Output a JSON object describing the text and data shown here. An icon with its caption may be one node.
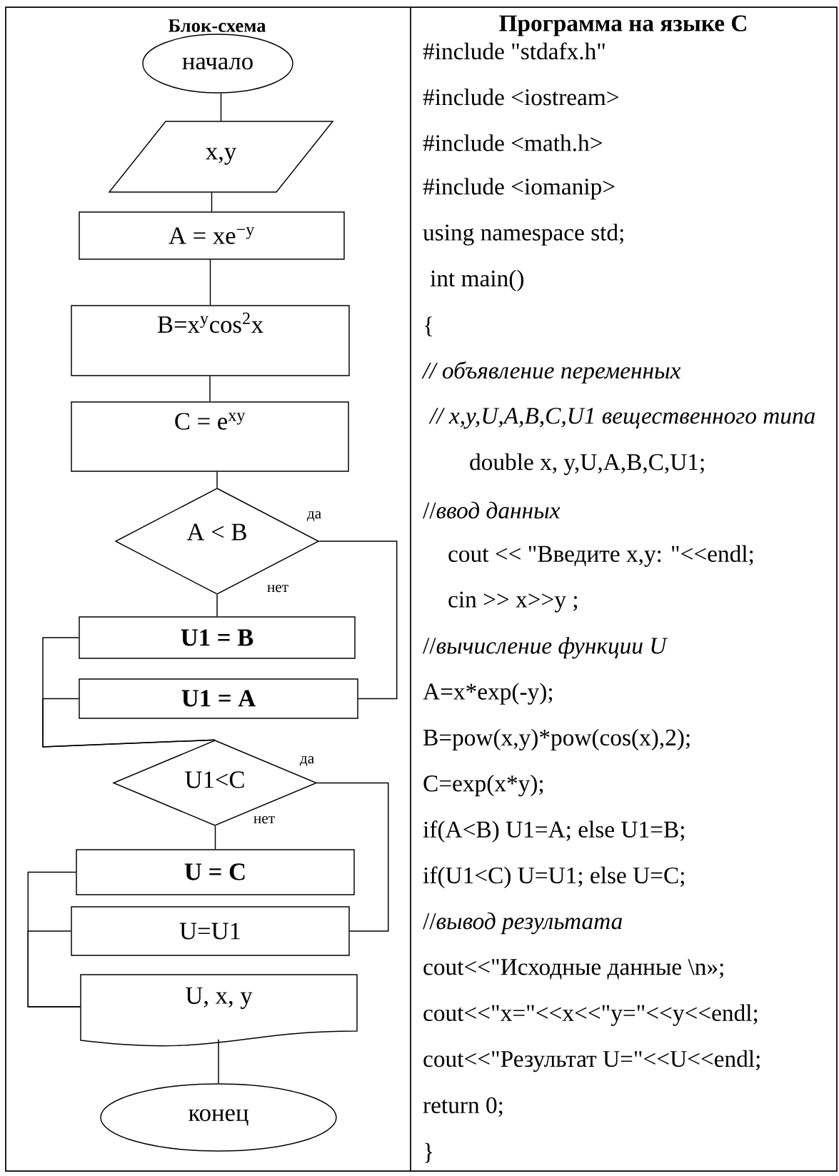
{
  "diagram": {
    "nodes": [
      {
        "text": [
          "начало"
        ]
      },
      {
        "text": [
          "x,y"
        ]
      },
      {
        "text": [
          "A = xe$^{−y}$"
        ]
      },
      {
        "text": [
          "B=x$^{y}$cos$^{2}$x"
        ]
      },
      {
        "text": [
          "C = e$^{xy}$"
        ]
      },
      {
        "text": [
          "A < B"
        ]
      },
      {
        "text": [
          "U1 = B"
        ]
      },
      {
        "text": [
          "U1 = A"
        ]
      },
      {
        "text": [
          "U1<C"
        ]
      },
      {
        "text": [
          "U = C"
        ]
      },
      {
        "text": [
          "U=U1"
        ]
      },
      {
        "text": [
          "U, x, y"
        ]
      },
      {
        "text": [
          "конец"
        ]
      }
    ],
    "edges": [
      {
        "from": 0,
        "to": 1,
        "arrow": "none"
      },
      {
        "from": 1,
        "to": 2,
        "arrow": "none"
      },
      {
        "from": 2,
        "to": 3,
        "arrow": "none"
      },
      {
        "from": 3,
        "to": 4,
        "arrow": "none"
      },
      {
        "from": 4,
        "to": 5,
        "arrow": "none"
      },
      {
        "from": 5,
        "to": 6,
        "arrow": "none",
        "label": "нет"
      },
      {
        "from": 5,
        "to": 7,
        "arrow": "none",
        "label": "да"
      },
      {
        "from": 6,
        "to": 8,
        "arrow": "none"
      },
      {
        "from": 7,
        "to": 8,
        "arrow": "none"
      },
      {
        "from": 8,
        "to": 9,
        "arrow": "none",
        "label": "нет"
      },
      {
        "from": 8,
        "to": 10,
        "arrow": "none",
        "label": "да"
      },
      {
        "from": 9,
        "to": 11,
        "arrow": "none"
      },
      {
        "from": 10,
        "to": 11,
        "arrow": "none"
      },
      {
        "from": 11,
        "to": 12,
        "arrow": "none"
      }
    ],
    "labels": [
      "Блок-схема",
      "Программа на языке С",
      "#include \"stdafx.h\"",
      "#include <iostream>",
      "#include <math.h>",
      "#include <iomanip>",
      "using namespace std;",
      "int main()",
      "{",
      "// объявление переменных",
      "// x,y,U,A,B,C,U1 вещественного типа",
      "double  x, y,U,A,B,C,U1;",
      "//*ввод данных*",
      "cout << \"Введите x,y: \"<<endl;",
      "cin >> x>>y ;",
      "//*вычисление функции U*",
      "A=x*exp(-y);",
      "B=pow(x,y)*pow(cos(x),2);",
      "C=exp(x*y);",
      "if(A<B) U1=A; else U1=B;",
      "if(U1<C) U=U1; else U=C;",
      "//*вывод результата*",
      "cout<<\"Исходные данные \\n»;",
      "cout<<\"x=\"<<x<<\"y=\"<<y<<endl;",
      "cout<<\"Результат U=\"<<U<<endl;",
      "return 0;",
      "}"
    ]
  }
}
